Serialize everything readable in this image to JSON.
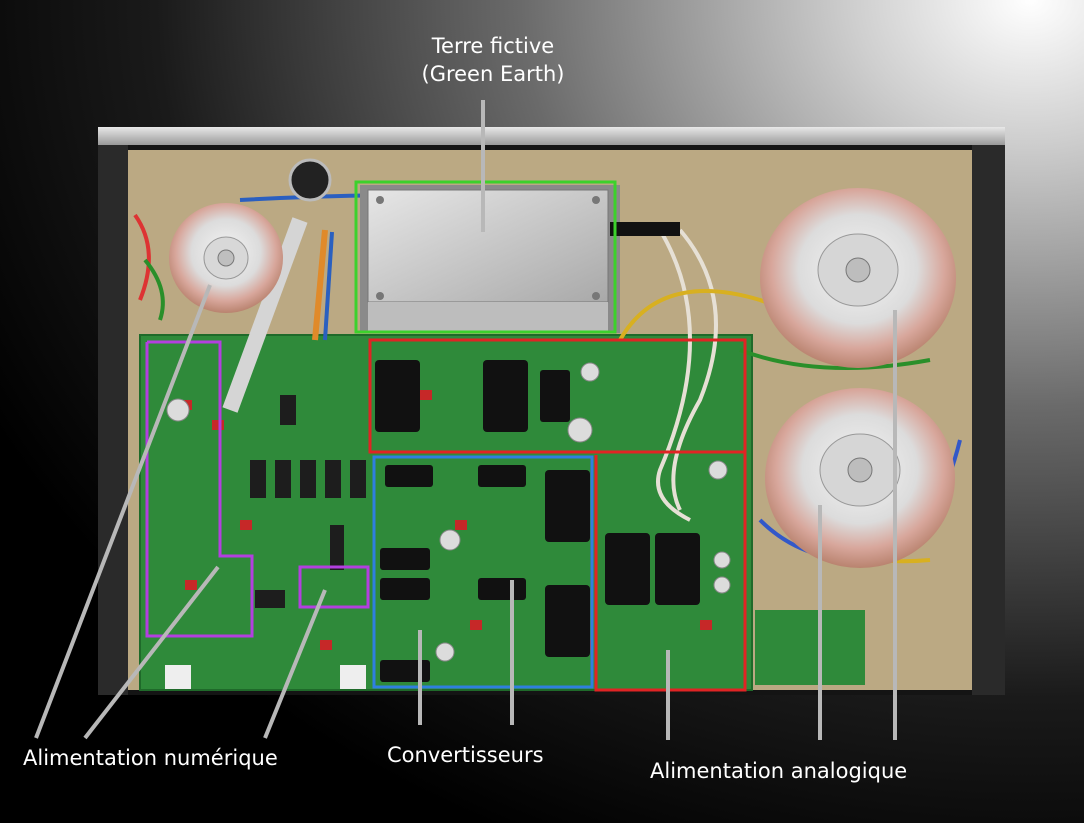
{
  "labels": {
    "green_earth_line1": "Terre fictive",
    "green_earth_line2": "(Green Earth)",
    "digital_supply": "Alimentation numérique",
    "converters": "Convertisseurs",
    "analog_supply": "Alimentation analogique"
  },
  "colors": {
    "pcb": "#2f8a3a",
    "chassis_floor": "#bfae8c",
    "highlight_green": "#3cd12c",
    "highlight_red": "#e02424",
    "highlight_blue": "#2f7fe0",
    "highlight_purple": "#b33fe0",
    "pointer_line": "#b8b8b8"
  }
}
